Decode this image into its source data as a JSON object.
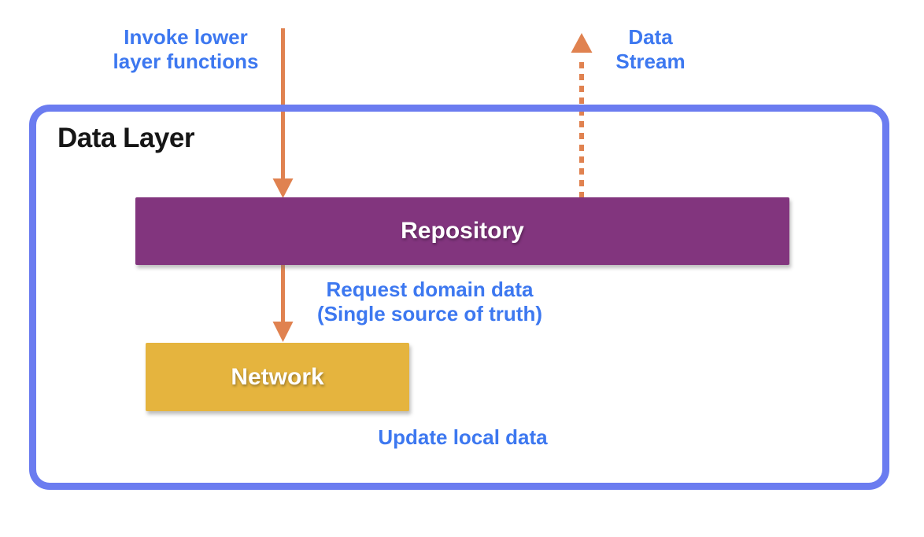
{
  "colors": {
    "frame_blue": "#6B7CF0",
    "label_blue": "#3D78F0",
    "arrow_orange": "#E08250",
    "repository_purple": "#82357E",
    "network_gold": "#E5B43E",
    "title_black": "#161616",
    "box_text_white": "#FFFFFF"
  },
  "frame": {
    "title": "Data Layer"
  },
  "nodes": {
    "repository": {
      "label": "Repository"
    },
    "network": {
      "label": "Network"
    }
  },
  "labels": {
    "invoke": {
      "line1": "Invoke lower",
      "line2": "layer functions"
    },
    "data_stream": {
      "line1": "Data",
      "line2": "Stream"
    },
    "request": {
      "line1": "Request domain data",
      "line2": "(Single source of truth)"
    },
    "update": {
      "text": "Update local data"
    }
  }
}
